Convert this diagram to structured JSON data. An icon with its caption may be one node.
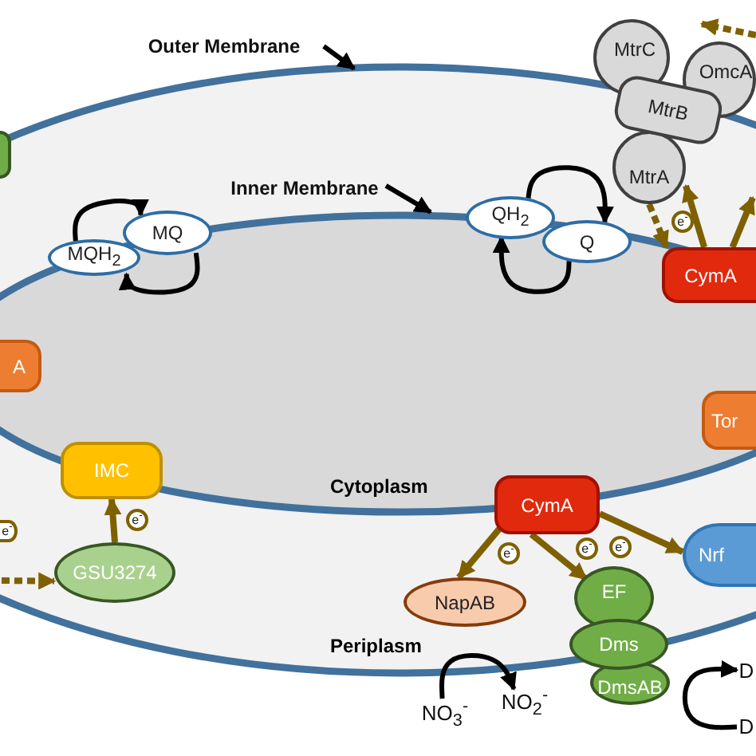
{
  "diagram": {
    "nodes": [
      {
        "text": [],
        "shape": "box"
      },
      {
        "text": [
          "MtrC"
        ]
      },
      {
        "text": [
          "OmcA"
        ]
      },
      {
        "text": [
          "MtrB"
        ]
      },
      {
        "text": [
          "MtrA"
        ]
      },
      {
        "text": [
          "MQ"
        ]
      },
      {
        "text": [
          "QH$_{2}$"
        ]
      },
      {
        "text": [
          "Q"
        ]
      },
      {
        "text": [
          "MQH$_{2}$"
        ]
      },
      {
        "text": [
          "e$^{-}$"
        ]
      },
      {
        "text": [
          "CymA"
        ]
      },
      {
        "text": [
          "A"
        ]
      },
      {
        "text": [
          "Tor"
        ]
      },
      {
        "text": [
          "IMC"
        ]
      },
      {
        "text": [
          "CymA"
        ]
      },
      {
        "text": [
          "e$^{-}$"
        ]
      },
      {
        "text": [
          "e$^{-}$"
        ]
      },
      {
        "text": [
          "GSU3274"
        ]
      },
      {
        "text": [
          "e$^{-}$"
        ]
      },
      {
        "text": [
          "e$^{-}$"
        ]
      },
      {
        "text": [
          "e$^{-}$"
        ]
      },
      {
        "text": [
          "Nrf"
        ]
      },
      {
        "text": [
          "NapAB"
        ]
      },
      {
        "text": [
          "EF"
        ]
      },
      {
        "text": [
          "Dms"
        ]
      },
      {
        "text": [
          "DmsAB"
        ]
      },
      {
        "text": [
          "NO$_{3}$$^{-}$"
        ]
      },
      {
        "text": [
          "NO$_{2}$$^{-}$"
        ]
      },
      {
        "text": [
          "D"
        ]
      },
      {
        "text": [
          "D"
        ]
      },
      {
        "text": [
          "Outer Membrane"
        ]
      },
      {
        "text": [
          "Inner Membrane"
        ]
      }
    ],
    "edges": [
      {
        "from": 8,
        "to": 5,
        "arrow": "to",
        "color": "#000000"
      },
      {
        "from": 5,
        "to": 8,
        "arrow": "to",
        "color": "#000000"
      },
      {
        "from": 6,
        "to": 7,
        "arrow": "to",
        "color": "#000000"
      },
      {
        "from": 7,
        "to": 6,
        "arrow": "to",
        "color": "#000000"
      },
      {
        "from": 10,
        "to": 4,
        "arrow": "to",
        "color": "#7f6000"
      },
      {
        "from": 4,
        "to": 10,
        "arrow": "to",
        "style": "dashed",
        "color": "#7f6000"
      },
      {
        "from": 10,
        "to": null,
        "arrow": "to",
        "color": "#7f6000"
      },
      {
        "from": 17,
        "to": 13,
        "arrow": "to",
        "color": "#7f6000"
      },
      {
        "from": null,
        "to": 17,
        "arrow": "to",
        "style": "dashed",
        "color": "#7f6000"
      },
      {
        "from": 14,
        "to": 22,
        "arrow": "to",
        "color": "#7f6000"
      },
      {
        "from": 14,
        "to": 23,
        "arrow": "to",
        "color": "#7f6000"
      },
      {
        "from": 14,
        "to": 21,
        "arrow": "to",
        "color": "#7f6000"
      },
      {
        "from": 26,
        "to": 27,
        "arrow": "to",
        "color": "#000000"
      },
      {
        "from": 29,
        "to": 28,
        "arrow": "to",
        "color": "#000000"
      },
      {
        "from": 30,
        "to": null,
        "arrow": "to",
        "color": "#000000"
      },
      {
        "from": 31,
        "to": null,
        "arrow": "to",
        "color": "#000000"
      }
    ],
    "labels": [
      "Cytoplasm",
      "Periplasm"
    ]
  }
}
